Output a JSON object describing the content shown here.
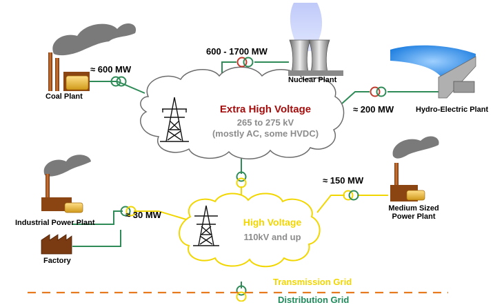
{
  "diagram": {
    "nodes": {
      "coal_plant": "Coal Plant",
      "nuclear_plant": "Nuclear Plant",
      "hydro_plant": "Hydro-Electric Plant",
      "industrial_plant": "Industrial Power Plant",
      "factory": "Factory",
      "medium_plant": "Medium Sized\nPower Plant"
    },
    "power": {
      "coal": "≈ 600  MW",
      "nuclear": "600 - 1700  MW",
      "hydro": "≈ 200  MW",
      "medium": "≈ 150  MW",
      "industrial": "≈ 30 MW"
    },
    "extra_high_voltage": {
      "title": "Extra High Voltage",
      "range": "265 to 275 kV",
      "note": "(mostly AC, some HVDC)"
    },
    "high_voltage": {
      "title": "High Voltage",
      "range": "110kV and up"
    },
    "grids": {
      "transmission": "Transmission Grid",
      "distribution": "Distribution Grid"
    },
    "colors": {
      "ehv_line": "#2e8b57",
      "hv_line": "#f2d600",
      "divider": "#e87a1e",
      "ehv_title": "#a50d0d",
      "subtitle": "#8c8c8c",
      "transformer_red": "#c0392b"
    }
  }
}
